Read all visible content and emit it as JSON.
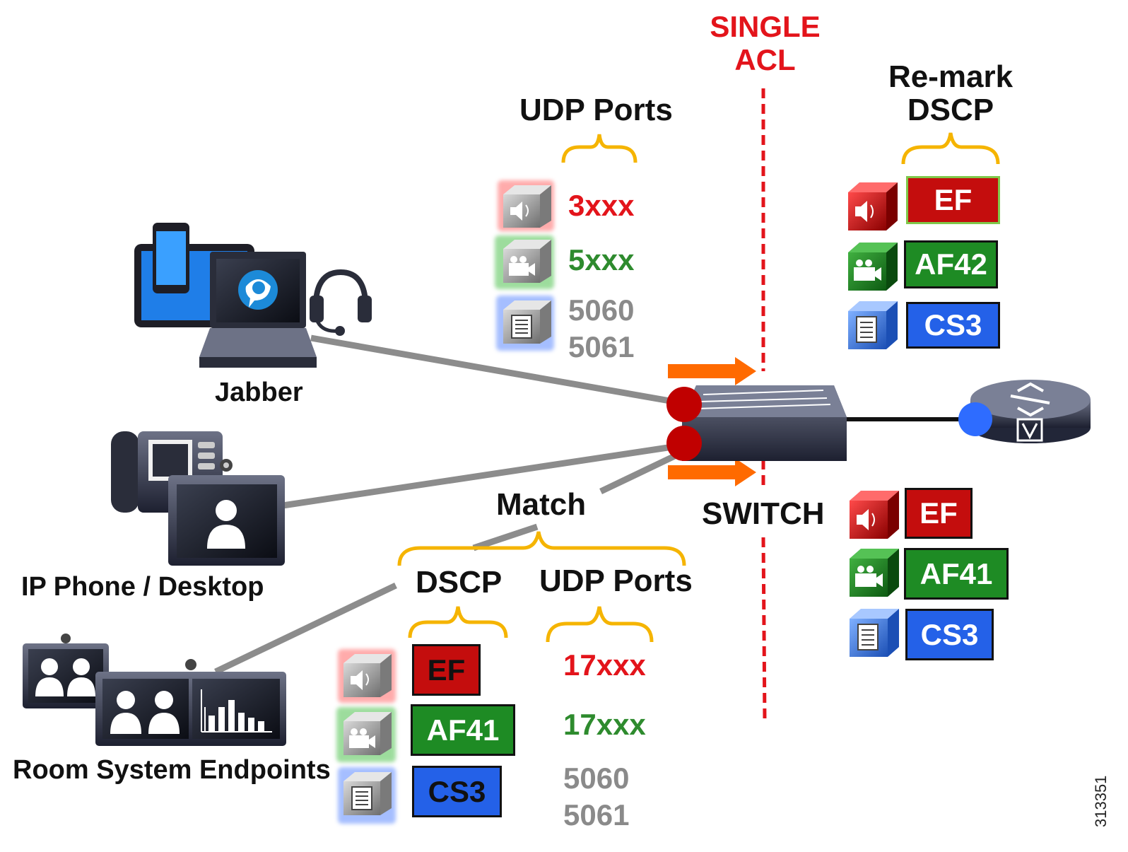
{
  "acl_title": {
    "line1": "SINGLE",
    "line2": "ACL"
  },
  "remark_title": {
    "line1": "Re-mark",
    "line2": "DSCP"
  },
  "udp_top": {
    "header": "UDP Ports",
    "ports": [
      {
        "value": "3xxx",
        "color": "#e3141b",
        "icon": "audio-cube-icon"
      },
      {
        "value": "5xxx",
        "color": "#2e8b2e",
        "icon": "video-cube-icon"
      },
      {
        "value": "5060",
        "value2": "5061",
        "color": "#8a8a8a",
        "icon": "signaling-cube-icon"
      }
    ]
  },
  "remark_top": [
    {
      "code": "EF",
      "color": "#c40d0d"
    },
    {
      "code": "AF42",
      "color": "#1e8b24"
    },
    {
      "code": "CS3",
      "color": "#2461e8"
    }
  ],
  "remark_bottom": [
    {
      "code": "EF",
      "color": "#c40d0d"
    },
    {
      "code": "AF41",
      "color": "#1e8b24"
    },
    {
      "code": "CS3",
      "color": "#2461e8"
    }
  ],
  "devices": {
    "jabber": "Jabber",
    "ip_phone": "IP Phone / Desktop",
    "room": "Room System Endpoints"
  },
  "switch_label": "SWITCH",
  "match": {
    "header": "Match",
    "dscp_header": "DSCP",
    "udp_header": "UDP Ports",
    "dscp": [
      {
        "code": "EF",
        "color": "#c40d0d"
      },
      {
        "code": "AF41",
        "color": "#1e8b24"
      },
      {
        "code": "CS3",
        "color": "#2461e8"
      }
    ],
    "ports": [
      {
        "value": "17xxx",
        "color": "#e3141b"
      },
      {
        "value": "17xxx",
        "color": "#2e8b2e"
      },
      {
        "value": "5060",
        "value2": "5061",
        "color": "#8a8a8a"
      }
    ]
  },
  "figure_id": "313351",
  "colors": {
    "acl_line": "#e3141b",
    "brace": "#f5b400",
    "arrow": "#ff6a00",
    "port_dot": "#c00000",
    "router_dot": "#2e6cff",
    "link": "#8c8c8c"
  }
}
